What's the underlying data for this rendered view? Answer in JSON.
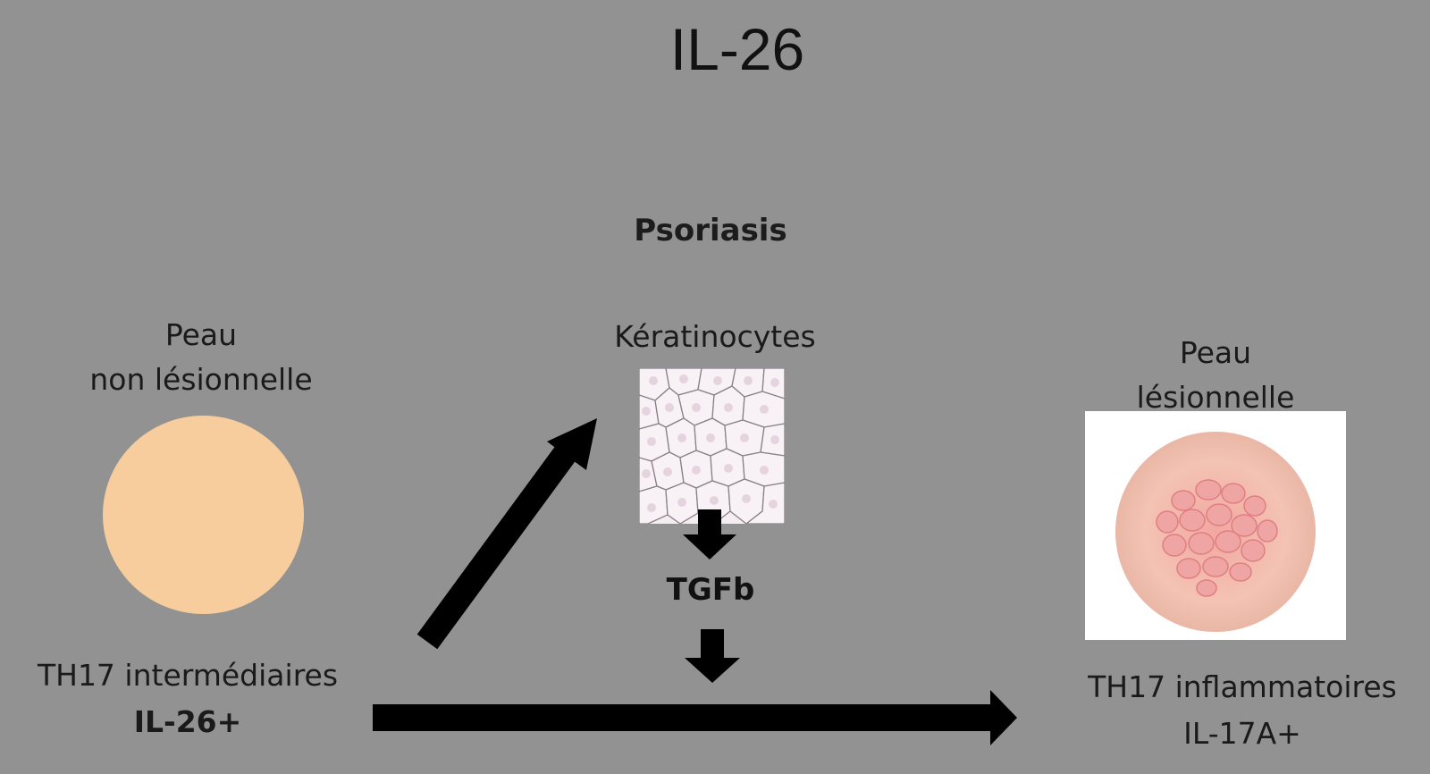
{
  "title": "IL-26",
  "subtitle": "Psoriasis",
  "left": {
    "label_line1": "Peau",
    "label_line2": "non lésionnelle",
    "cell_line1": "TH17 intermédiaires",
    "cell_line2": "IL-26+",
    "skin_color": "#f8cd9d"
  },
  "center": {
    "label": "Kératinocytes",
    "mediator": "TGFb"
  },
  "right": {
    "label_line1": "Peau",
    "label_line2": "lésionnelle",
    "cell_line1": "TH17 inflammatoires",
    "cell_line2": "IL-17A+"
  },
  "colors": {
    "background": "#929292",
    "arrow": "#000000",
    "lesion": "#e89a92"
  },
  "icons": [
    "skin-disc-icon",
    "keratinocytes-icon",
    "lesional-skin-icon",
    "arrow-icon"
  ]
}
